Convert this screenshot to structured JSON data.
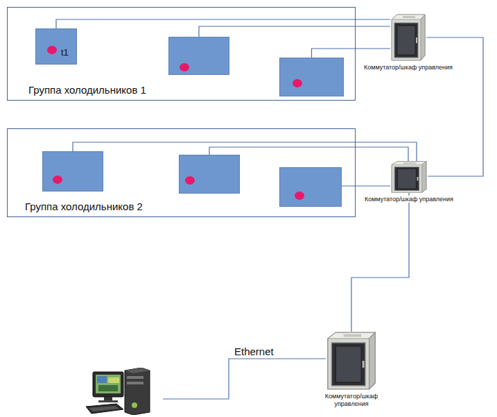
{
  "diagram": {
    "nodes": [
      {
        "text": [
          "Группа холодильников 1"
        ]
      },
      {
        "text": [
          "t1"
        ],
        "in": 0
      },
      {
        "text": [],
        "in": 0
      },
      {
        "text": [],
        "in": 0
      },
      {
        "text": [
          "Коммутатор/шкаф управления"
        ]
      },
      {
        "text": [
          "Группа холодильников 2"
        ]
      },
      {
        "text": [],
        "in": 5
      },
      {
        "text": [],
        "in": 5
      },
      {
        "text": [],
        "in": 5
      },
      {
        "text": [
          "Коммутатор/шкаф управления"
        ]
      },
      {
        "text": []
      },
      {
        "text": [
          "Коммутатор/шкаф управления"
        ]
      }
    ],
    "edges": [
      {
        "from": 1,
        "to": 4,
        "arrow": "none"
      },
      {
        "from": 2,
        "to": 4,
        "arrow": "none"
      },
      {
        "from": 3,
        "to": 4,
        "arrow": "none"
      },
      {
        "from": 4,
        "to": 9,
        "arrow": "none"
      },
      {
        "from": 6,
        "to": 9,
        "arrow": "none"
      },
      {
        "from": 7,
        "to": 9,
        "arrow": "none"
      },
      {
        "from": 8,
        "to": 9,
        "arrow": "none"
      },
      {
        "from": 9,
        "to": 11,
        "arrow": "none"
      },
      {
        "from": 10,
        "to": 11,
        "label": "Ethernet",
        "arrow": "none"
      }
    ]
  }
}
